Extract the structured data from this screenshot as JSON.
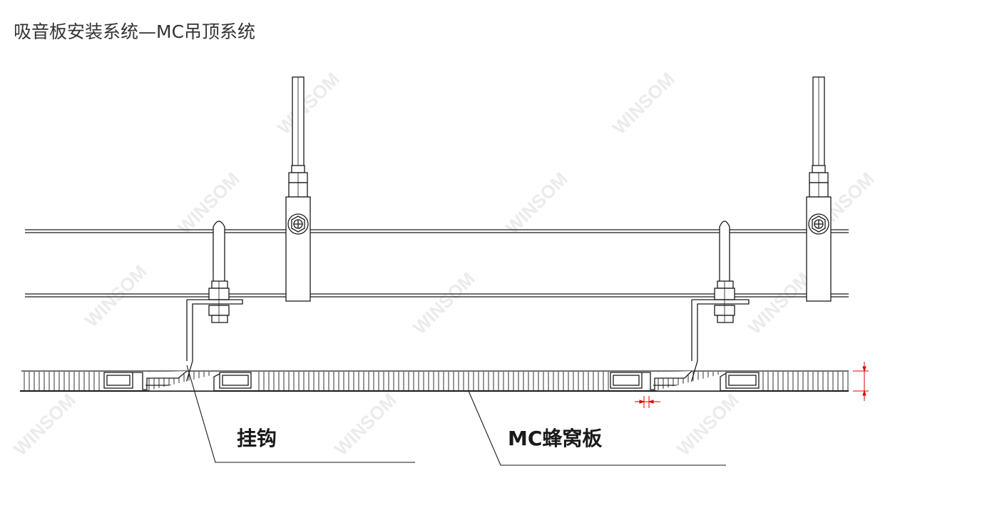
{
  "title": "吸音板安装系统—MC吊顶系统",
  "labels": {
    "hook": "挂钩",
    "panel": "MC蜂窝板"
  },
  "watermark": {
    "text": "WINSOM"
  },
  "colors": {
    "line": "#1a1a1a",
    "dimension": "#e00000",
    "text": "#333333",
    "watermark": "#e9e9e9"
  }
}
